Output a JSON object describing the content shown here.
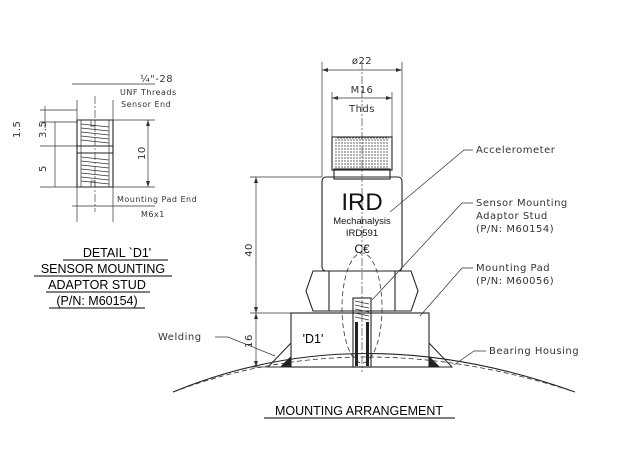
{
  "detail": {
    "thread_spec": "¼\"-28",
    "thread_type": "UNF Threads",
    "sensor_end": "Sensor End",
    "pad_end": "Mounting Pad End",
    "pad_thread": "M6x1",
    "dim_1_5": "1.5",
    "dim_3_5": "3.5",
    "dim_5": "5",
    "dim_10": "10"
  },
  "caption": {
    "line1": "DETAIL `D1'",
    "line2": "SENSOR MOUNTING",
    "line3": "ADAPTOR STUD",
    "line4": "(P/N: M60154)"
  },
  "sensor": {
    "diameter": "ø22",
    "thread_size": "M16",
    "thread_label": "Thds",
    "brand": "IRD",
    "maker": "Mechanalysis",
    "model": "IRD591",
    "mark": "C€",
    "height": "40",
    "pad_height": "16",
    "detail_ref": "'D1'"
  },
  "callouts": {
    "accelerometer": "Accelerometer",
    "stud_line1": "Sensor Mounting",
    "stud_line2": "Adaptor Stud",
    "stud_pn": "(P/N: M60154)",
    "pad_line1": "Mounting Pad",
    "pad_pn": "(P/N: M60056)",
    "welding": "Welding",
    "housing": "Bearing Housing"
  },
  "title": "MOUNTING ARRANGEMENT"
}
